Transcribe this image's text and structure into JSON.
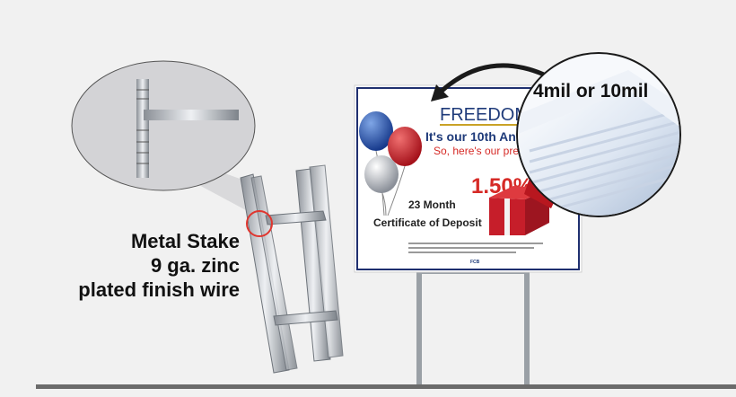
{
  "stake": {
    "line1": "Metal Stake",
    "line2": "9 ga. zinc",
    "line3": "plated finish wire"
  },
  "material": {
    "thickness_label": "4mil or 10mil"
  },
  "sign": {
    "brand": "FREEDOM",
    "headline": "It's our 10th An",
    "subhead": "So, here's our pres",
    "rate": "1.50%",
    "term": "23 Month",
    "product": "Certificate of Deposit",
    "logo": "FCB"
  },
  "colors": {
    "background": "#f1f1f1",
    "ground": "#6b6b6b",
    "sign_border": "#1f2f6f",
    "brand_blue": "#1f3b7a",
    "rate_red": "#d62a26",
    "callout_red": "#e0362f"
  }
}
